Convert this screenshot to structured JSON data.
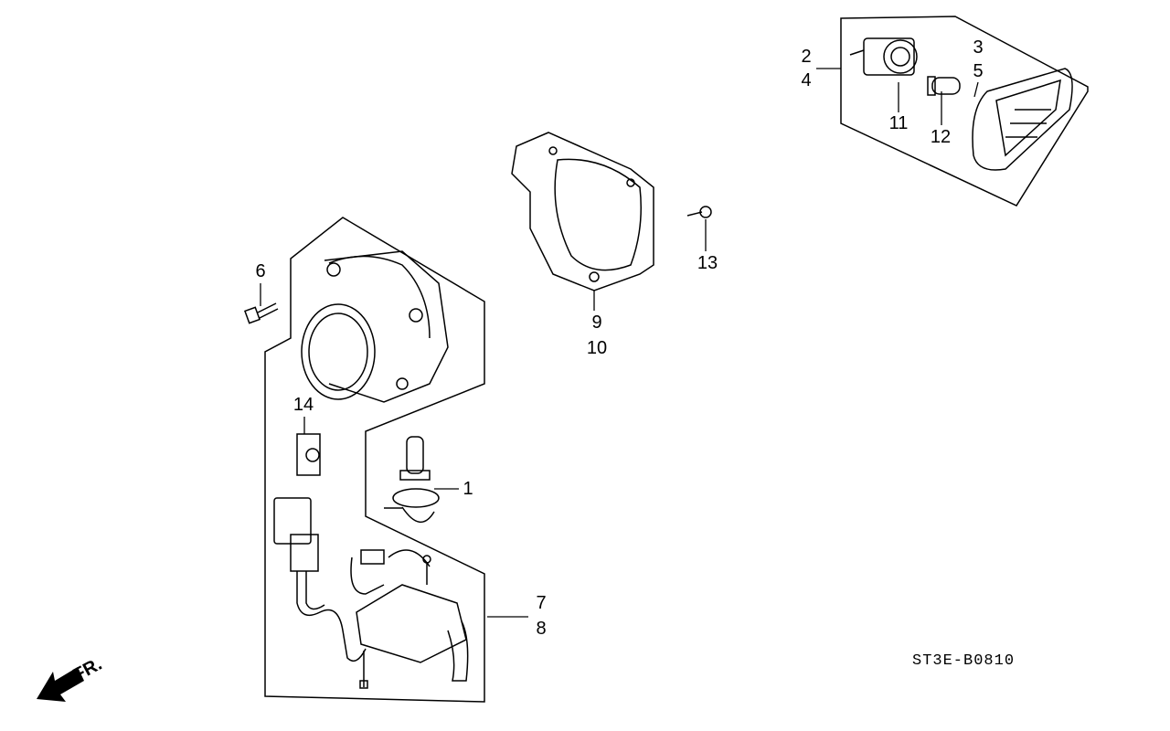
{
  "diagram": {
    "code": "ST3E-B0810",
    "front_indicator": "FR.",
    "callouts": [
      "1",
      "2",
      "3",
      "4",
      "5",
      "6",
      "7",
      "8",
      "9",
      "10",
      "11",
      "12",
      "13",
      "14"
    ]
  }
}
